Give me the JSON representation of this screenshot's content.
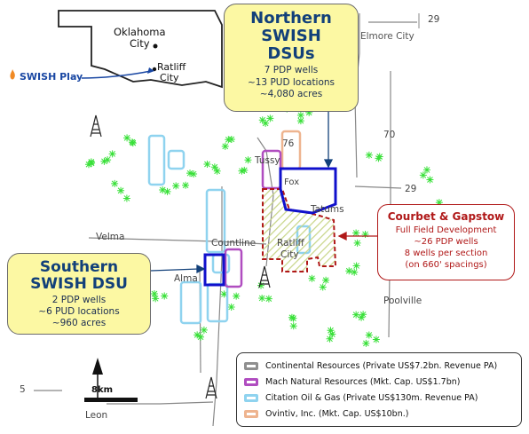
{
  "inset": {
    "state": "Oklahoma",
    "city1": "Oklahoma City",
    "city1_line1": "Oklahoma",
    "city1_line2": "City",
    "city2_line1": "Ratliff",
    "city2_line2": "City",
    "play_label": "SWISH Play"
  },
  "northern": {
    "title_lines": [
      "Northern",
      "SWISH",
      "DSUs"
    ],
    "details": [
      "7 PDP wells",
      "~13 PUD locations",
      "~4,080 acres"
    ]
  },
  "southern": {
    "title_lines": [
      "Southern",
      "SWISH DSU"
    ],
    "details": [
      "2 PDP wells",
      "~6 PUD locations",
      "~960 acres"
    ]
  },
  "courbet": {
    "title": "Courbet & Gapstow",
    "details": [
      "Full Field Development",
      "~26 PDP wells",
      "8 wells per section",
      "(on 660' spacings)"
    ]
  },
  "places": {
    "elmore": "Elmore City",
    "tussy": "Tussy",
    "fox": "Fox",
    "tatums": "Tatums",
    "velma": "Velma",
    "countline": "Countline",
    "ratliff": "Ratliff City",
    "ratliff_line1": "Ratliff",
    "ratliff_line2": "City",
    "alma": "Alma",
    "poolville": "Poolville",
    "leon": "Leon"
  },
  "roads": {
    "r29_top": "29",
    "r29_mid": "29",
    "r70": "70",
    "r76": "76",
    "r5": "5"
  },
  "scale": {
    "label": "8km"
  },
  "legend": [
    {
      "label": "Continental Resources (Private US$7.2bn. Revenue PA)",
      "color": "#8f8f8f"
    },
    {
      "label": "Mach Natural Resources (Mkt. Cap. US$1.7bn)",
      "color": "#b04dc0"
    },
    {
      "label": "Citation Oil & Gas (Private US$130m. Revenue PA)",
      "color": "#8fd3ef"
    },
    {
      "label": "Ovintiv, Inc. (Mkt. Cap. US$10bn.)",
      "color": "#eeb48f"
    }
  ],
  "colors": {
    "northern_dsu": "#1010cc",
    "courbet_border": "#b01818",
    "well_green": "#38e038",
    "callout_fill": "#fcf8a3"
  }
}
